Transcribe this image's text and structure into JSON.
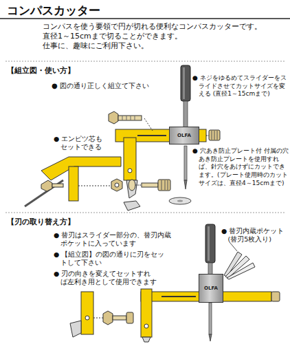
{
  "diagram": {
    "title": "コンパスカッター",
    "nodes": [
      {
        "text": [
          "OLFA"
        ]
      },
      {
        "text": [
          "OLFA"
        ]
      }
    ],
    "labels": [
      "コンパスを使う要領で円が切れる便利なコンパスカッターです。",
      "直径1～15cmまで切ることができます。",
      "仕事に、趣味にご利用下さい。",
      "【組立図・使い方】",
      "● 図の通り正しく組立て下さい",
      "● ネジをゆるめてスライダーをスライドさせてカットサイズを変える (直径1～15cmまで)",
      "● エンピツ芯もセットできる",
      "● 穴あき防止プレート付 付属の穴あき防止プレートを使用すれば、針穴をあけずにカットできます。(プレート使用時のカットサイズは、直径4～15cmまで)",
      "【刃の取り替え方】",
      "● 替刃はスライダー部分の、替刃内蔵ポケットに入っています",
      "● 【組立図】の図の通りに刃をセットして下さい",
      "● 替刃内蔵ポケット (替刃5枚入り)",
      "● 刃の向きを変えてセットすれば左利き用として使用できます"
    ]
  }
}
